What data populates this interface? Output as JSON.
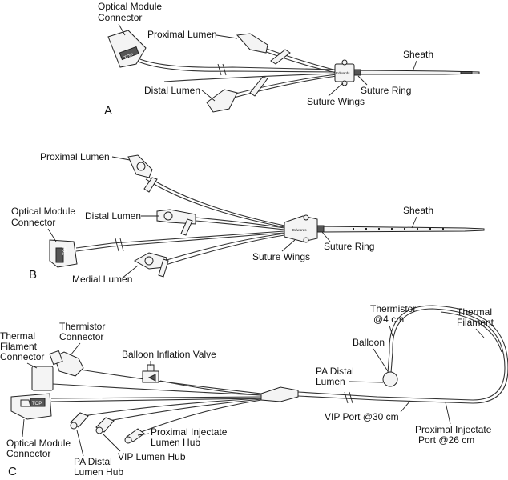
{
  "panels": {
    "a": {
      "letter": "A",
      "labels": {
        "optical": [
          "Optical Module",
          "Connector"
        ],
        "proximal": "Proximal Lumen",
        "sheath": "Sheath",
        "distal": "Distal Lumen",
        "suture_ring": "Suture Ring",
        "suture_wings": "Suture Wings"
      },
      "part_text": {
        "top": "TOP",
        "brand": "Edwards"
      }
    },
    "b": {
      "letter": "B",
      "labels": {
        "proximal": "Proximal Lumen",
        "optical": [
          "Optical Module",
          "Connector"
        ],
        "distal": "Distal Lumen",
        "sheath": "Sheath",
        "suture_ring": "Suture Ring",
        "suture_wings": "Suture Wings",
        "medial": "Medial Lumen"
      },
      "part_text": {
        "top": "TOP",
        "brand": "Edwards"
      }
    },
    "c": {
      "letter": "C",
      "labels": {
        "thermal_connector": [
          "Thermal",
          "Filament",
          "Connector"
        ],
        "thermistor_connector": [
          "Thermistor",
          "Connector"
        ],
        "balloon_valve": "Balloon Inflation Valve",
        "thermistor": [
          "Thermistor",
          "@4 cm"
        ],
        "thermal_filament": [
          "Thermal",
          "Filament"
        ],
        "balloon": "Balloon",
        "pa_distal_lumen": [
          "PA Distal",
          "Lumen"
        ],
        "vip_port": "VIP Port @30 cm",
        "proximal_injectate_port": [
          "Proximal Injectate",
          "Port @26 cm"
        ],
        "proximal_injectate_hub": [
          "Proximal Injectate",
          "Lumen Hub"
        ],
        "optical": [
          "Optical Module",
          "Connector"
        ],
        "pa_distal_hub": [
          "PA Distal",
          "Lumen Hub"
        ],
        "vip_hub": "VIP Lumen Hub"
      },
      "part_text": {
        "top": "TOP"
      }
    }
  }
}
